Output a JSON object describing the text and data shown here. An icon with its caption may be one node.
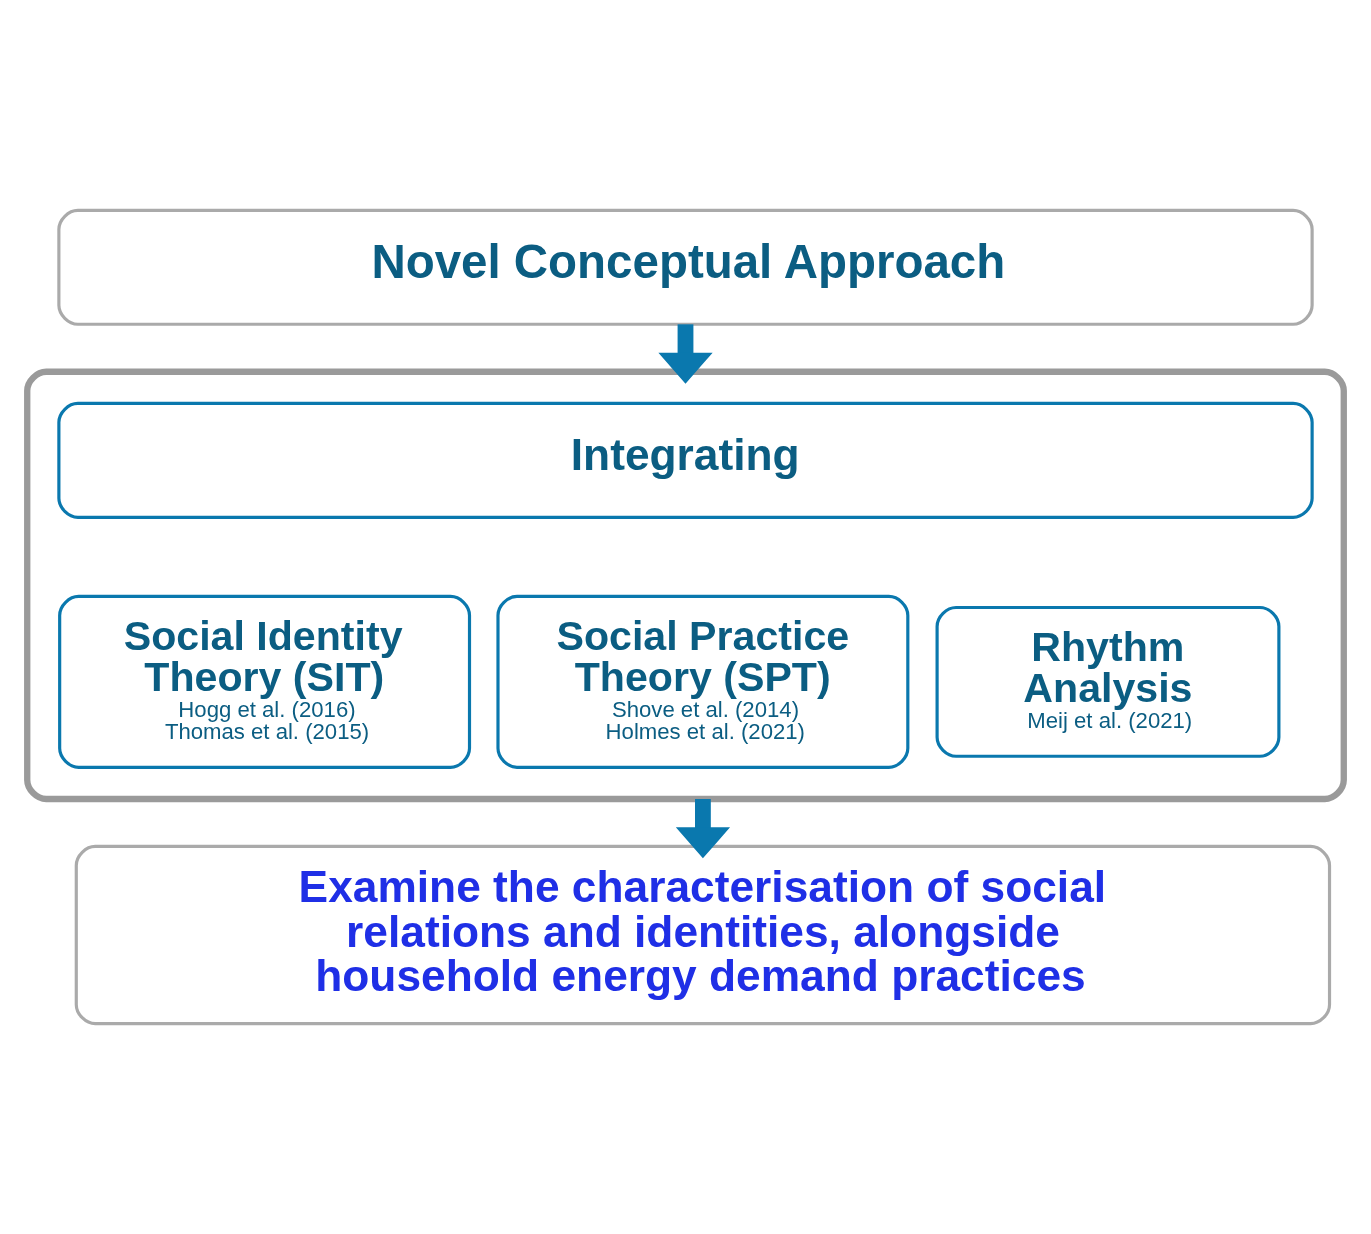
{
  "diagram": {
    "nodes": [
      {
        "text": [
          "Novel Conceptual Approach"
        ]
      },
      {
        "text": [],
        "shape": "box"
      },
      {
        "text": [
          "Integrating"
        ],
        "in": 1
      },
      {
        "text": [
          "Social Identity Theory (SIT)",
          "Hogg et al. (2016)",
          "Thomas et al. (2015)"
        ],
        "in": 1
      },
      {
        "text": [
          "Social Practice Theory (SPT)",
          "Shove et al. (2014)",
          "Holmes et al. (2021)"
        ],
        "in": 1
      },
      {
        "text": [
          "Rhythm Analysis",
          "Meij et al. (2021)"
        ],
        "in": 1
      },
      {
        "text": [
          "Examine the characterisation of social relations and identities, alongside household energy demand practices"
        ]
      }
    ],
    "edges": [
      {
        "from": 0,
        "to": 1,
        "arrow": "to"
      },
      {
        "from": 1,
        "to": 6,
        "arrow": "to"
      }
    ]
  }
}
